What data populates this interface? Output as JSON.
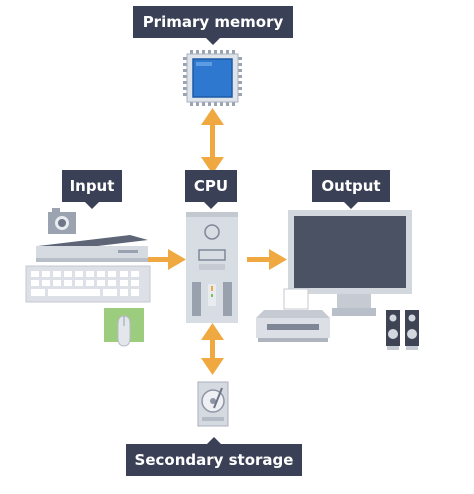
{
  "labels": {
    "primary_memory": "Primary memory",
    "input": "Input",
    "cpu": "CPU",
    "output": "Output",
    "secondary_storage": "Secondary storage"
  },
  "colors": {
    "label_bg": "#3a4055",
    "label_text": "#ffffff",
    "arrow": "#f0a841",
    "chip_blue": "#2e78d0",
    "device_grey": "#d3d7de",
    "screen_dark": "#4b5263",
    "mouse_green": "#9ccc7d"
  },
  "icons": [
    "chip-icon",
    "camera-icon",
    "scanner-icon",
    "keyboard-icon",
    "mouse-icon",
    "tower-icon",
    "monitor-icon",
    "printer-icon",
    "speaker-icon",
    "hard-drive-icon"
  ]
}
